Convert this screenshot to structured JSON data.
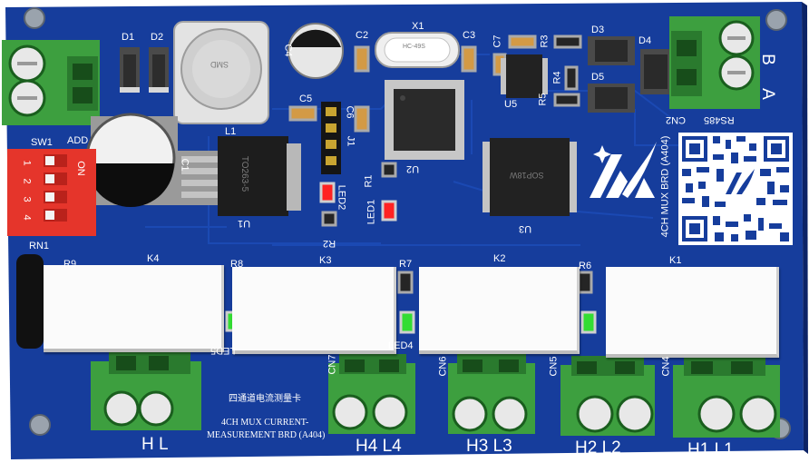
{
  "board": {
    "title_cn": "四通道电流测量卡",
    "title_en_1": "4CH MUX CURRENT-",
    "title_en_2": "MEASUREMENT BRD (A404)",
    "vertical_title": "4CH MUX BRD (A404)",
    "colors": {
      "pcb": "#163d9c",
      "silkscreen": "#ffffff",
      "terminal_green": "#3d9f3f",
      "relay_white": "#fbfbfb",
      "dip_red": "#e5352b",
      "led_red": "#ff2222",
      "led_green": "#33dd33"
    }
  },
  "silk": {
    "d1": "D1",
    "d2": "D2",
    "d3": "D3",
    "d4": "D4",
    "d5": "D5",
    "x1": "X1",
    "c1": "C1",
    "c2": "C2",
    "c3": "C3",
    "c4": "C4",
    "c5": "C5",
    "c6": "C6",
    "c7": "C7",
    "r1": "R1",
    "r2": "R2",
    "r3": "R3",
    "r4": "R4",
    "r5": "R5",
    "r6": "R6",
    "r7": "R7",
    "r8": "R8",
    "r9": "R9",
    "rn1": "RN1",
    "l1": "L1",
    "u1": "U1",
    "u2": "U2",
    "u3": "U3",
    "u5": "U5",
    "j1": "J1",
    "led1": "LED1",
    "led2": "LED2",
    "led4": "LED4",
    "led5": "LED5",
    "sw1": "SW1",
    "add": "ADD",
    "on": "ON",
    "dip_nums": [
      "1",
      "2",
      "3",
      "4"
    ],
    "k1": "K1",
    "k2": "K2",
    "k3": "K3",
    "k4": "K4",
    "cn2": "CN2",
    "rs485": "RS485",
    "cn4": "CN4",
    "cn5": "CN5",
    "cn6": "CN6",
    "cn7": "CN7",
    "b": "B",
    "a": "A",
    "hl": "H    L",
    "h4l4": "H4 L4",
    "h3l3": "H3 L3",
    "h2l2": "H2 L2",
    "h1l1": "H1 L1"
  },
  "components": {
    "l1_marking": "SMD",
    "u1_marking": "TO263-5",
    "u3_marking": "SOP18W",
    "x1_marking": "HC-49S"
  }
}
